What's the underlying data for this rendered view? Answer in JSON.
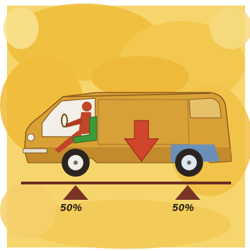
{
  "colors": {
    "background_wash": "#f2c544",
    "van_body": "#d9a135",
    "van_body_shadow": "#b9822a",
    "window_light": "#f3efe6",
    "driver": "#c0462a",
    "seat": "#3e9a39",
    "force_arrow": "#d0452c",
    "rear_wheel_accent": "#5c8fcf",
    "ground_line": "#6b2d22",
    "support_triangle": "#7a3326"
  },
  "icons": {
    "load_arrow": "downward-arrow-icon",
    "support_marker": "triangle-up-icon"
  },
  "weight_distribution": {
    "front_axle": {
      "value": 50,
      "label": "50%"
    },
    "rear_axle": {
      "value": 50,
      "label": "50%"
    }
  }
}
